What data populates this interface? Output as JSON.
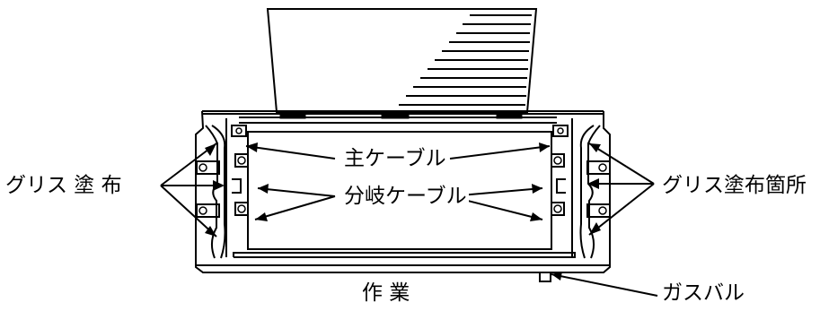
{
  "labels": {
    "grease_left": "グリス 塗 布",
    "main_cable": "主ケーブル",
    "branch_cable": "分岐ケーブル",
    "grease_right": "グリス塗布箇所",
    "work": "作 業",
    "gas_valve": "ガスバル"
  },
  "colors": {
    "line": "#000000",
    "fill": "#ffffff",
    "shade": "#000000"
  }
}
